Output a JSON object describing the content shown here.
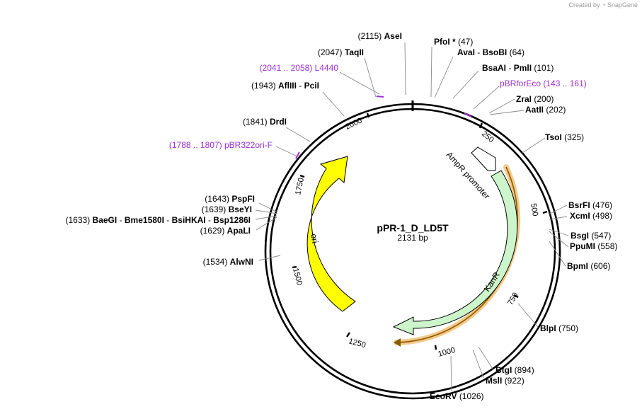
{
  "credit": {
    "prefix": "Created by",
    "brand": "SnapGene"
  },
  "plasmid": {
    "name": "pPR-1_D_LD5T",
    "length_label": "2131 bp",
    "length_bp": 2131
  },
  "ticks": [
    "250",
    "500",
    "750",
    "1000",
    "1250",
    "1500",
    "1750",
    "2000"
  ],
  "features": {
    "ampr_promoter": "AmpR promoter",
    "kanr": "KanR",
    "ori": "ori"
  },
  "primers": [
    {
      "pos": "(2041 .. 2058)",
      "name": "L4440"
    },
    {
      "name": "pBRforEco",
      "pos": "(143 .. 161)"
    },
    {
      "pos": "(1788 .. 1807)",
      "name": "pBR322ori-F"
    }
  ],
  "sites": [
    {
      "pos": "(2115)",
      "name": "AseI"
    },
    {
      "pos": "(2047)",
      "name": "TaqII"
    },
    {
      "pos": "(1943)",
      "name": "AflIII",
      "name2": "PciI"
    },
    {
      "pos": "(1841)",
      "name": "DrdI"
    },
    {
      "pos": "(1643)",
      "name": "PspFI"
    },
    {
      "pos": "(1639)",
      "name": "BseYI"
    },
    {
      "pos": "(1633)",
      "name": "BaeGI",
      "name2": "Bme1580I",
      "name3": "BsiHKAI",
      "name4": "Bsp1286I"
    },
    {
      "pos": "(1629)",
      "name": "ApaLI"
    },
    {
      "pos": "(1534)",
      "name": "AlwNI"
    },
    {
      "name": "PfoI *",
      "pos": "(47)"
    },
    {
      "name": "AvaI",
      "name2": "BsoBI",
      "pos": "(64)"
    },
    {
      "name": "BsaAI",
      "name2": "PmlI",
      "pos": "(101)"
    },
    {
      "name": "ZraI",
      "pos": "(200)"
    },
    {
      "name": "AatII",
      "pos": "(202)"
    },
    {
      "name": "TsoI",
      "pos": "(325)"
    },
    {
      "name": "BsrFI",
      "pos": "(476)"
    },
    {
      "name": "XcmI",
      "pos": "(498)"
    },
    {
      "name": "BsgI",
      "pos": "(547)"
    },
    {
      "name": "PpuMI",
      "pos": "(558)"
    },
    {
      "name": "BpmI",
      "pos": "(606)"
    },
    {
      "name": "BlpI",
      "pos": "(750)"
    },
    {
      "name": "BtgI",
      "pos": "(894)"
    },
    {
      "name": "MslI",
      "pos": "(922)"
    },
    {
      "name": "EcoRV",
      "pos": "(1026)"
    }
  ],
  "colors": {
    "backbone": "#000000",
    "ori_fill": "#ffff00",
    "kanr_fill": "#ccf5cc",
    "kanr_highlight": "#f5c98a",
    "primer": "#9b30d9",
    "connector": "#8a8a8a"
  }
}
